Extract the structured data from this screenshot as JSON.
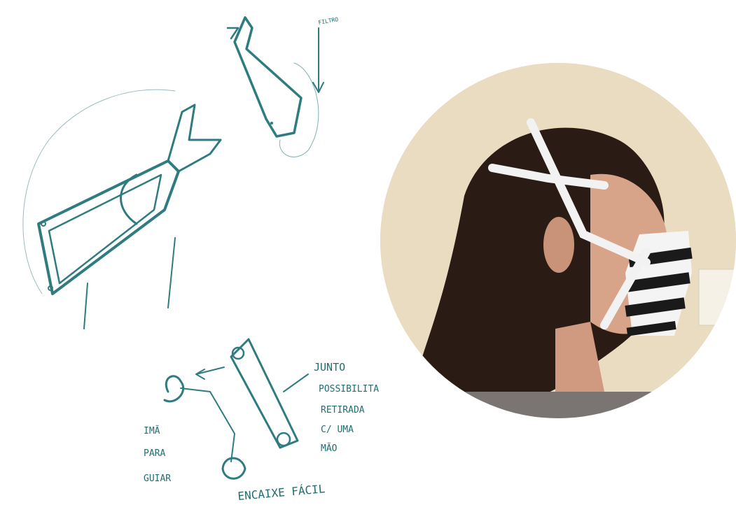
{
  "sketch": {
    "stroke_color": "#2f7c80",
    "labels": {
      "filtro": "FILTRO",
      "note_line1": "JUNTO",
      "note_line2": "POSSIBILITA",
      "note_line3": "RETIRADA",
      "note_line4": "C/ UMA",
      "note_line5": "MÃO",
      "magnet_line1": "IMÃ",
      "magnet_line2": "PARA",
      "magnet_line3": "GUIAR",
      "bottom_caption": "ENCAIXE FÁCIL"
    }
  },
  "photo": {
    "subject": "person wearing striped fabric mask with white crossed straps",
    "background_color": "#e9dcc0",
    "hair_color": "#2a1c14",
    "skin_color": "#d7a48a",
    "strap_color": "#f2f2f2",
    "mask_stripe_dark": "#1a1a1a",
    "mask_stripe_light": "#f4f4f4"
  }
}
